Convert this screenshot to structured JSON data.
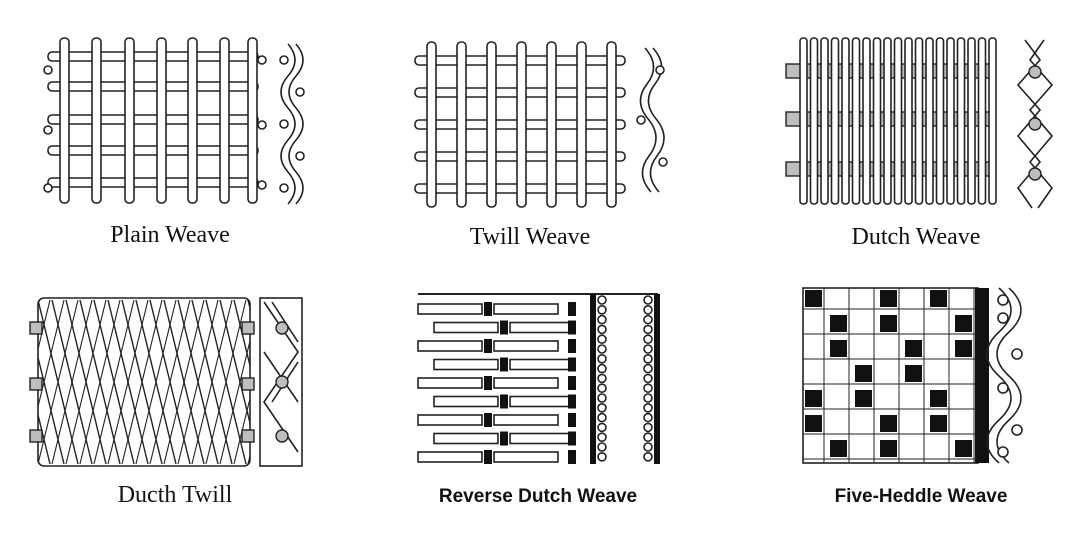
{
  "weaves": [
    {
      "id": "plain",
      "label": "Plain Weave"
    },
    {
      "id": "twill",
      "label": "Twill Weave"
    },
    {
      "id": "dutch",
      "label": "Dutch Weave"
    },
    {
      "id": "dutch-twill",
      "label": "Ducth Twill"
    },
    {
      "id": "reverse-dutch",
      "label": "Reverse Dutch Weave"
    },
    {
      "id": "five-heddle",
      "label": "Five-Heddle Weave"
    }
  ],
  "colors": {
    "line": "#222222",
    "fill": "#ffffff",
    "gray": "#bdbdbd",
    "black": "#111111"
  }
}
